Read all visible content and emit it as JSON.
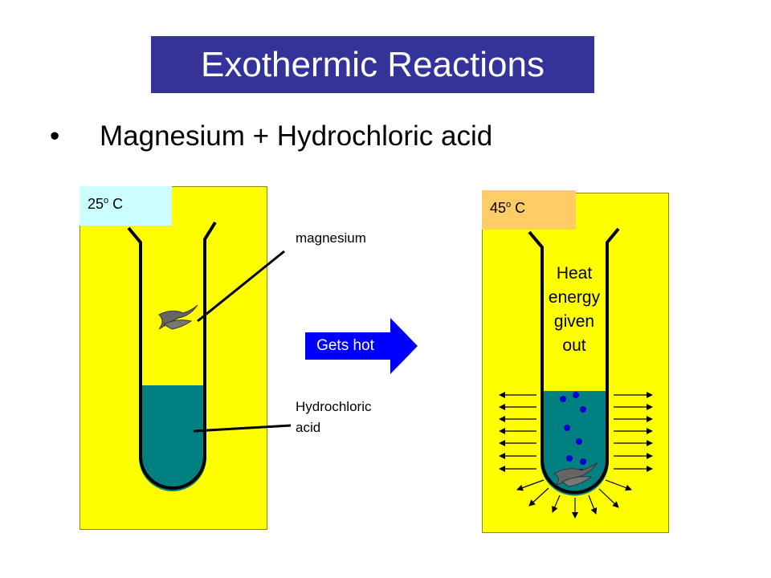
{
  "title": "Exothermic Reactions",
  "bullet": "•",
  "subtitle": "Magnesium + Hydrochloric acid",
  "left": {
    "temp_value": "25",
    "temp_sup": "o",
    "temp_unit": " C"
  },
  "right": {
    "temp_value": "45",
    "temp_sup": "o",
    "temp_unit": " C"
  },
  "labels": {
    "magnesium": "magnesium",
    "acid_line1": "Hydrochloric",
    "acid_line2": "acid",
    "gets_hot": "Gets hot",
    "heat_lines": [
      "Heat",
      "energy",
      "given",
      "out"
    ]
  },
  "colors": {
    "title_bg": "#333399",
    "panel": "#ffff00",
    "left_temp_bg": "#ccffff",
    "right_temp_bg": "#ffcc66",
    "acid": "#008080",
    "arrow": "#0000ff",
    "bubble": "#0000cc",
    "magnesium": "#666666"
  }
}
